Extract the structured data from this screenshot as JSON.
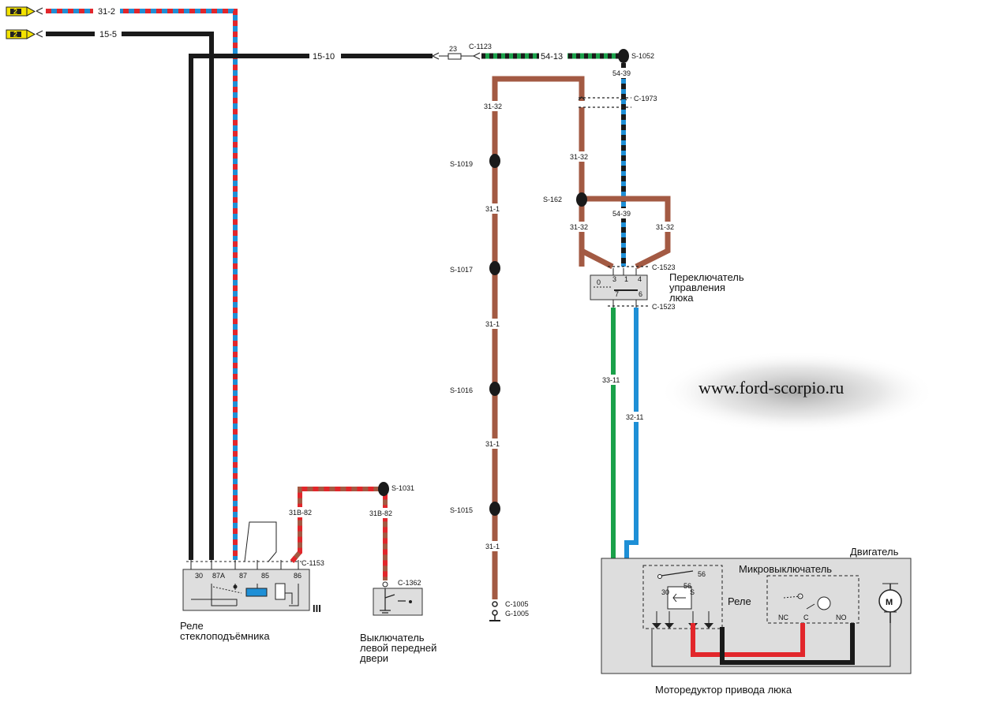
{
  "wires": {
    "w31_2": "31-2",
    "w15_5": "15-5",
    "w15_10": "15-10",
    "w23": "23",
    "w54_13": "54-13",
    "w54_39_top": "54-39",
    "w54_39_mid": "54-39",
    "w31_32_a": "31-32",
    "w31_32_b": "31-32",
    "w31_32_c": "31-32",
    "w31_32_d": "31-32",
    "w31_1_a": "31-1",
    "w31_1_b": "31-1",
    "w31_1_c": "31-1",
    "w31_1_d": "31-1",
    "w33_11": "33-11",
    "w32_11": "32-11",
    "w31b_82_a": "31B-82",
    "w31b_82_b": "31B-82"
  },
  "connectors": {
    "c1123": "C-1123",
    "c1973": "C-1973",
    "c1523_top": "C-1523",
    "c1523_bot": "C-1523",
    "c1153": "C-1153",
    "c1362": "C-1362",
    "c1005": "C-1005",
    "g1005": "G-1005"
  },
  "splices": {
    "s1052": "S-1052",
    "s1019": "S-1019",
    "s1017": "S-1017",
    "s1016": "S-1016",
    "s1015": "S-1015",
    "s162": "S-162",
    "s1031": "S-1031"
  },
  "fuse_tags": {
    "top": "2",
    "second": "2"
  },
  "relay_window": {
    "title_line1": "Реле",
    "title_line2": "стеклоподъёмника",
    "pin_30": "30",
    "pin_87a": "87A",
    "pin_87": "87",
    "pin_85": "85",
    "pin_86": "86",
    "roman": "III"
  },
  "door_switch": {
    "line1": "Выключатель",
    "line2": "левой передней",
    "line3": "двери"
  },
  "roof_switch": {
    "line1": "Переключатель",
    "line2": "управления",
    "line3": "люка",
    "pin_3": "3",
    "pin_1": "1",
    "pin_4": "4",
    "pin_7": "7",
    "pin_6": "6",
    "pos_0": "0"
  },
  "motor": {
    "engine_label": "Двигатель",
    "microswitch_label": "Микровыключатель",
    "relay_label": "Реле",
    "nc": "NC",
    "c": "C",
    "no": "NO",
    "m": "M",
    "pin_56": "56",
    "pin_30": "30",
    "pin_56b": "56",
    "pin_s": "S",
    "caption": "Моторедуктор привода люка"
  },
  "watermark": "www.ford-scorpio.ru",
  "colors": {
    "black": "#1a1a1a",
    "red": "#e2262b",
    "blue": "#1e8fd6",
    "green": "#1aa14a",
    "brown": "#a35a43",
    "fuse_yellow": "#f4e300"
  }
}
